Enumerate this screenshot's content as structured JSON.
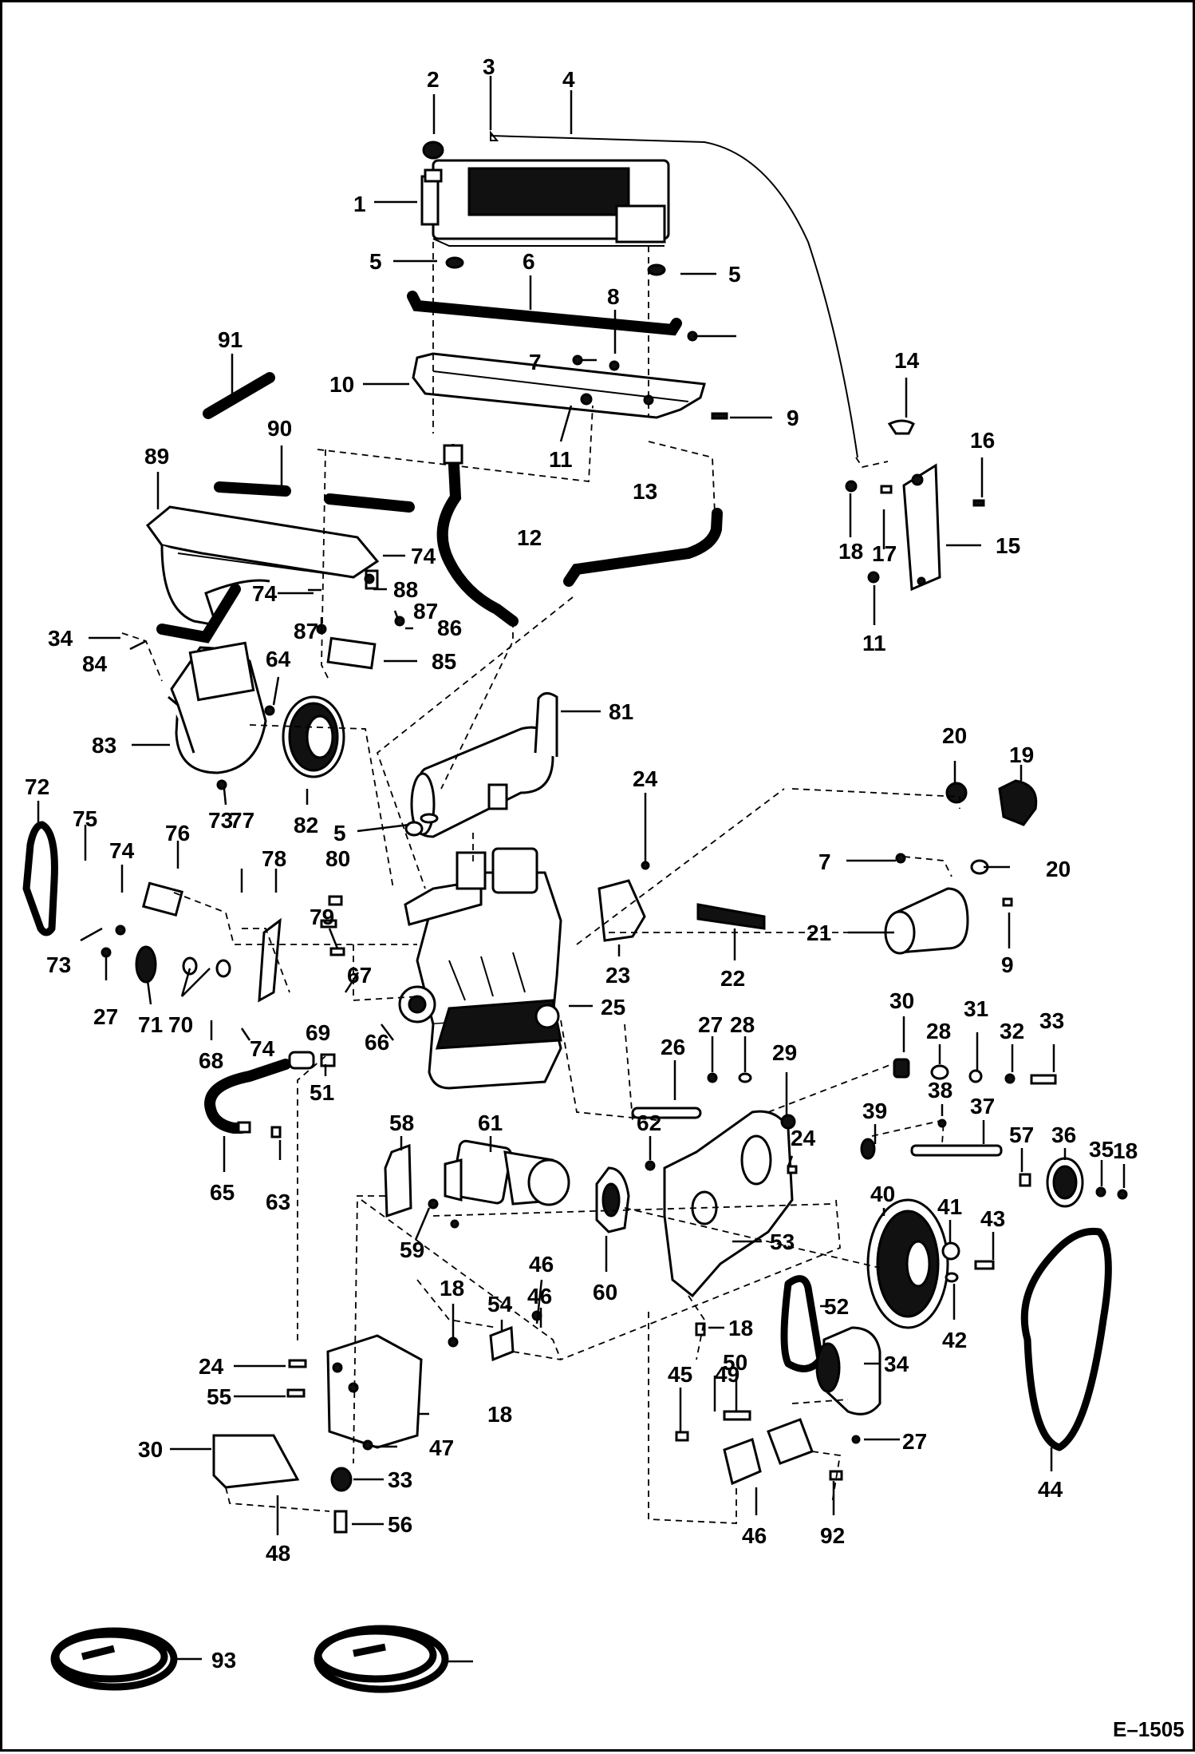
{
  "figure_code": "E–1505",
  "callouts": [
    "1",
    "2",
    "3",
    "4",
    "5",
    "5",
    "6",
    "7",
    "8",
    "9",
    "10",
    "11",
    "12",
    "13",
    "14",
    "15",
    "16",
    "17",
    "18",
    "11",
    "91",
    "90",
    "89",
    "74",
    "88",
    "34",
    "84",
    "87",
    "87",
    "86",
    "85",
    "74",
    "64",
    "83",
    "81",
    "82",
    "77",
    "73",
    "5",
    "72",
    "75",
    "74",
    "76",
    "73",
    "78",
    "80",
    "79",
    "67",
    "27",
    "71",
    "70",
    "68",
    "74",
    "69",
    "51",
    "66",
    "65",
    "63",
    "20",
    "19",
    "24",
    "7",
    "20",
    "21",
    "9",
    "23",
    "22",
    "25",
    "27",
    "28",
    "26",
    "29",
    "30",
    "28",
    "31",
    "32",
    "33",
    "39",
    "38",
    "37",
    "36",
    "35",
    "18",
    "57",
    "62",
    "24",
    "58",
    "61",
    "59",
    "46",
    "60",
    "40",
    "41",
    "43",
    "53",
    "42",
    "52",
    "44",
    "54",
    "18",
    "46",
    "18",
    "50",
    "49",
    "45",
    "34",
    "24",
    "55",
    "18",
    "47",
    "27",
    "30",
    "33",
    "56",
    "48",
    "46",
    "92",
    "93"
  ]
}
